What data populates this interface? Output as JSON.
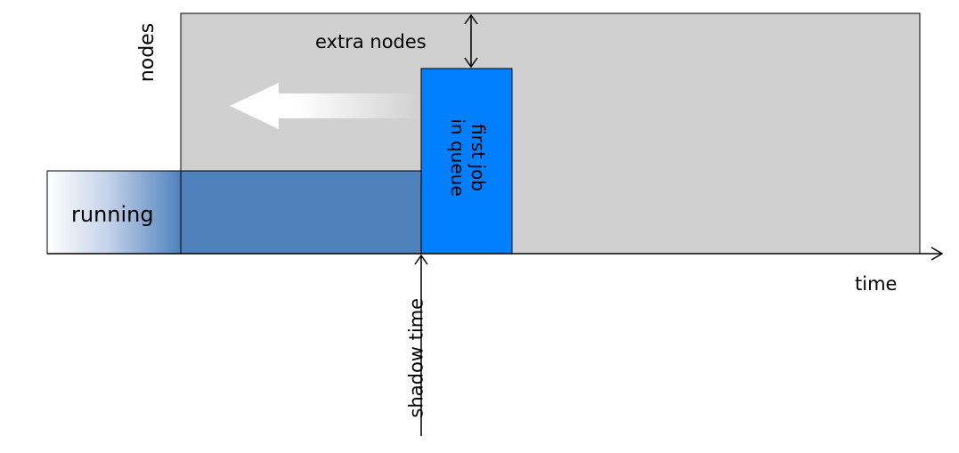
{
  "labels": {
    "nodes": "nodes",
    "extra_nodes": "extra nodes",
    "running": "running",
    "time": "time",
    "first_job_line1": "first job",
    "first_job_line2": "in queue",
    "shadow_time": "shadow time"
  },
  "colors": {
    "reserved_area": "#d0d0d0",
    "running_job": "#4f81bd",
    "first_job": "#0080ff",
    "outline": "#000000",
    "arrow_fill": "#ffffff"
  },
  "icons": {
    "backfill_arrow": "left-arrow-icon",
    "extra_nodes_arrow": "double-headed-vertical-arrow-icon",
    "shadow_time_marker": "up-arrow-icon",
    "time_axis_arrow": "right-arrow-icon"
  }
}
